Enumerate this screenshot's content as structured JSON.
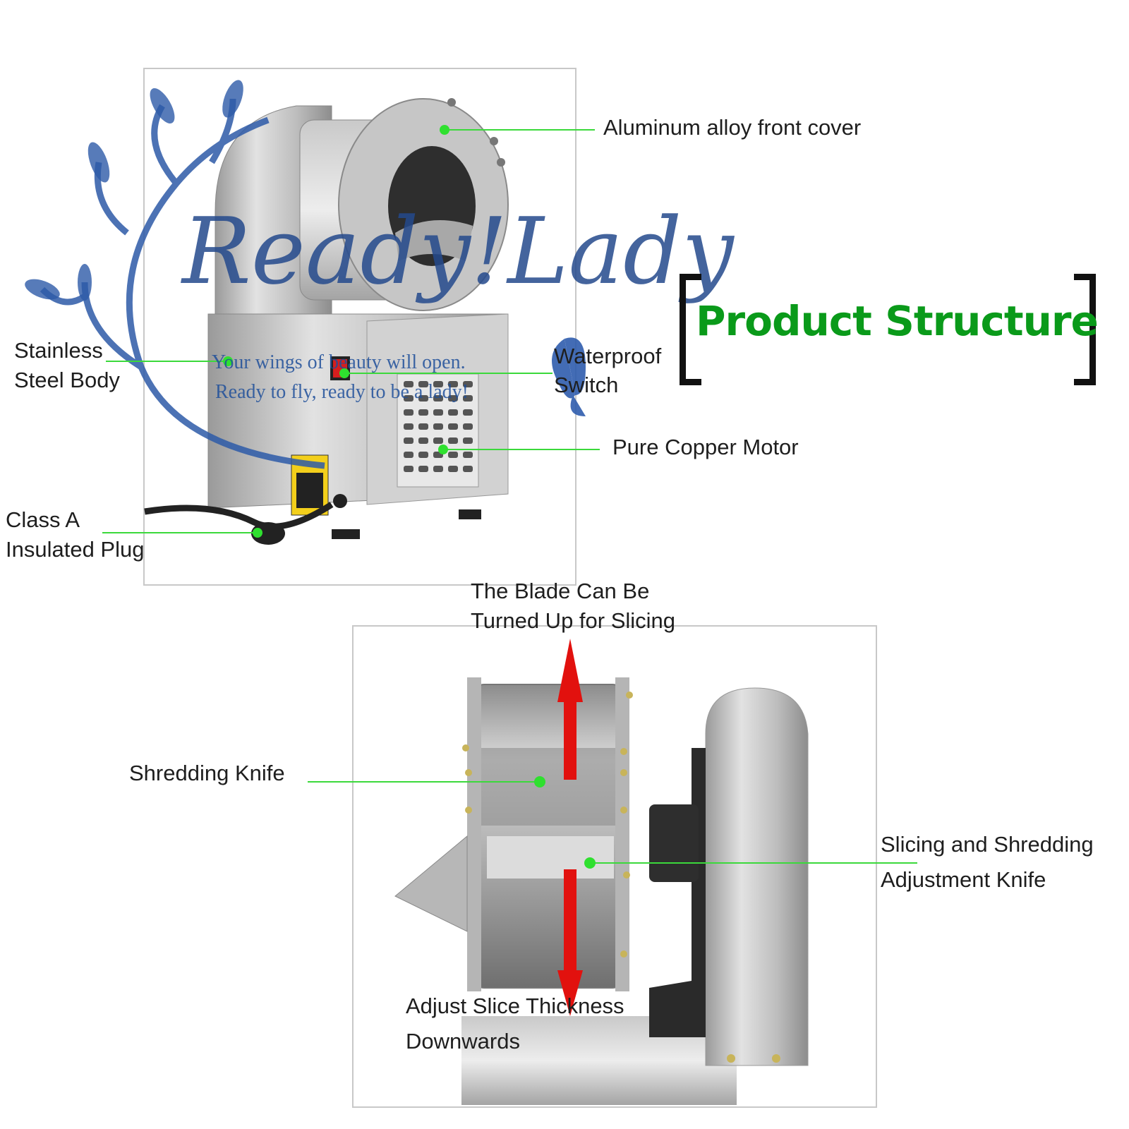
{
  "title": "Product Structure",
  "colors": {
    "title": "#0a9a1a",
    "leader_line": "#3bd93b",
    "leader_dot": "#2fe02f",
    "arrow": "#e2110e",
    "watermark": "#24498c",
    "panel_border": "#c8c8c8"
  },
  "watermark": {
    "script": "Ready!Lady",
    "line1": "Your wings of beauty will open.",
    "line2": "Ready to fly, ready to be a lady!"
  },
  "top_labels": {
    "front_cover": "Aluminum alloy front cover",
    "body_line1": "Stainless",
    "body_line2": "Steel Body",
    "switch_line1": "Waterproof",
    "switch_line2": "Switch",
    "motor": "Pure Copper Motor",
    "plug_line1": "Class A",
    "plug_line2": "Insulated Plug"
  },
  "bottom_labels": {
    "blade_line1": "The Blade Can Be",
    "blade_line2": "Turned Up for Slicing",
    "shredding": "Shredding Knife",
    "adjust_line1": "Slicing and Shredding",
    "adjust_line2": "Adjustment Knife",
    "thickness_line1": "Adjust Slice Thickness",
    "thickness_line2": "Downwards"
  }
}
